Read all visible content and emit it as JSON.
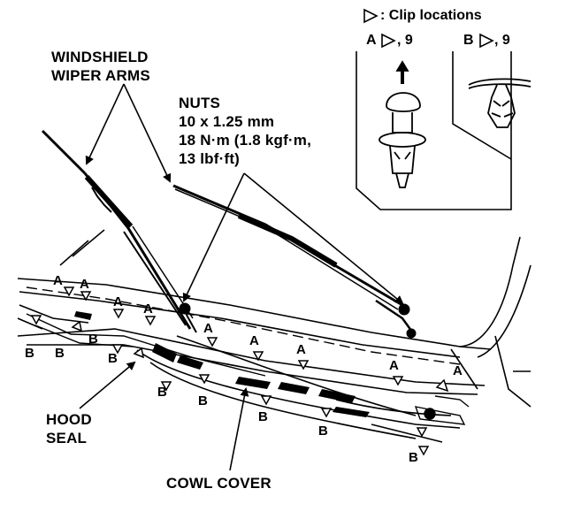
{
  "legend": {
    "clip_locations": "Clip locations",
    "clip_a": "A",
    "clip_a_count": ", 9",
    "clip_b": "B",
    "clip_b_count": ", 9"
  },
  "labels": {
    "wiper_arms_1": "WINDSHIELD",
    "wiper_arms_2": "WIPER ARMS",
    "nuts_1": "NUTS",
    "nuts_2": "10 x 1.25 mm",
    "nuts_3": "18 N·m (1.8 kgf·m,",
    "nuts_4": "13 lbf·ft)",
    "hood_seal_1": "HOOD",
    "hood_seal_2": "SEAL",
    "cowl_cover": "COWL COVER"
  },
  "markers": {
    "a": "A",
    "b": "B"
  }
}
